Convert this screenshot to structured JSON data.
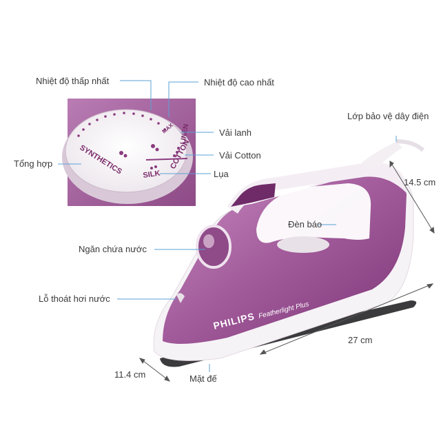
{
  "callouts": {
    "min_temp": "Nhiệt độ thấp nhất",
    "max_temp": "Nhiệt độ cao nhất",
    "linen": "Vải lanh",
    "cotton": "Vải Cotton",
    "silk": "Lụa",
    "synthetics": "Tổng hợp",
    "cord_guard": "Lớp bảo vệ dây điện",
    "indicator_light": "Đèn báo",
    "water_tank": "Ngăn chứa nước",
    "steam_vents": "Lỗ thoát hơi nước",
    "soleplate": "Mặt đế"
  },
  "dimensions": {
    "height": "14.5 cm",
    "length": "27 cm",
    "width": "11.4 cm"
  },
  "dial": {
    "synthetics": "SYNTHETICS",
    "silk": "SILK",
    "cotton": "COTTON",
    "linen": "LINEN",
    "max": "MAX"
  },
  "product": {
    "brand": "PHILIPS",
    "model": "Featherlight Plus"
  },
  "colors": {
    "body_purple": "#9b4d93",
    "dark_purple": "#6f2a68",
    "white_shell": "#f6f3f6",
    "callout_line": "#5aa2d6"
  }
}
